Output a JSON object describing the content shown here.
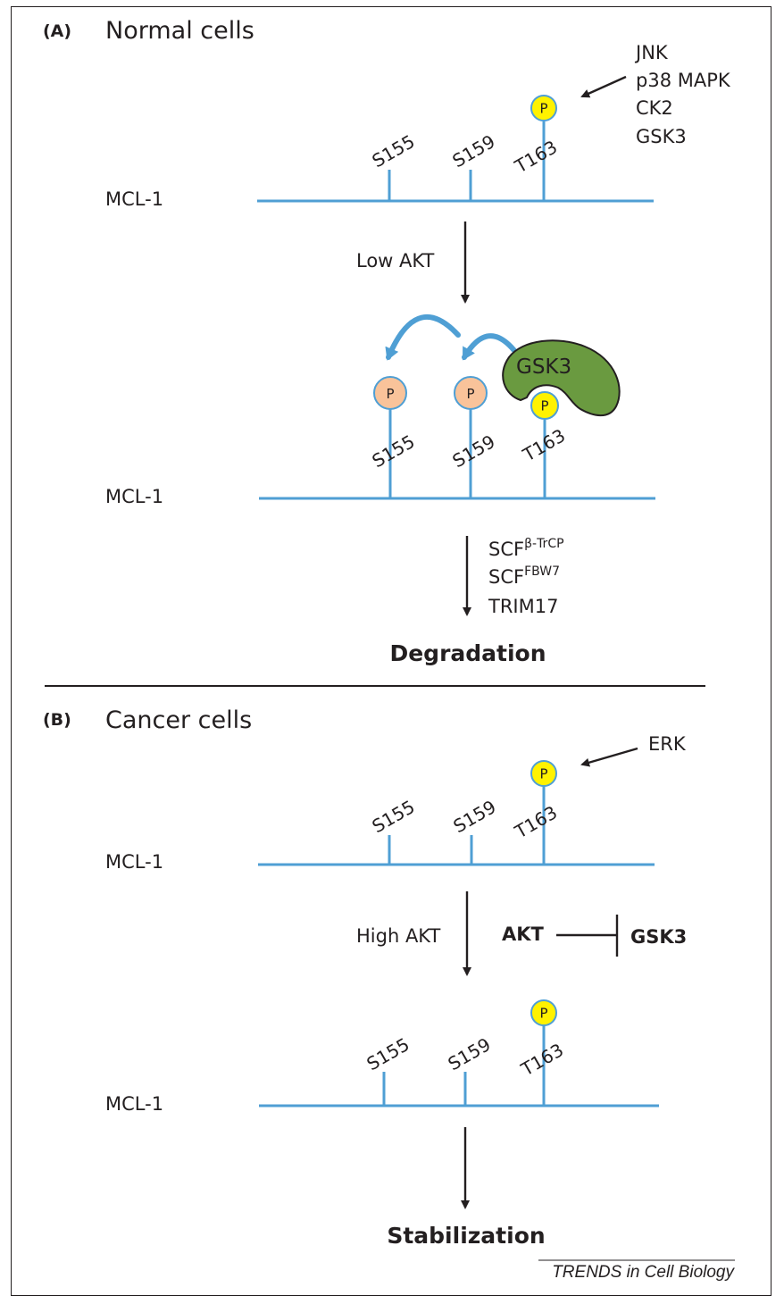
{
  "panel_a": {
    "tag": "(A)",
    "title": "Normal cells",
    "kinases": [
      "JNK",
      "p38 MAPK",
      "CK2",
      "GSK3"
    ],
    "protein_label_1": "MCL-1",
    "protein_label_2": "MCL-1",
    "sites": [
      "S155",
      "S159",
      "T163"
    ],
    "step_label": "Low AKT",
    "enzyme": "GSK3",
    "ligase_base_1": "SCF",
    "ligase_sup_1": "β-TrCP",
    "ligase_base_2": "SCF",
    "ligase_sup_2": "FBW7",
    "ligase_3": "TRIM17",
    "outcome": "Degradation"
  },
  "panel_b": {
    "tag": "(B)",
    "title": "Cancer cells",
    "kinase": "ERK",
    "protein_label_1": "MCL-1",
    "protein_label_2": "MCL-1",
    "sites": [
      "S155",
      "S159",
      "T163"
    ],
    "step_label": "High AKT",
    "inhibitor": "AKT",
    "inhibited": "GSK3",
    "outcome": "Stabilization"
  },
  "phospho_letter": "P",
  "credit": "TRENDS in Cell Biology",
  "colors": {
    "protein_line": "#4f9fd4",
    "phospho_yellow": "#fff200",
    "phospho_salmon": "#f9c39a",
    "gsk3_green": "#6a9a40",
    "ink": "#231f20"
  }
}
